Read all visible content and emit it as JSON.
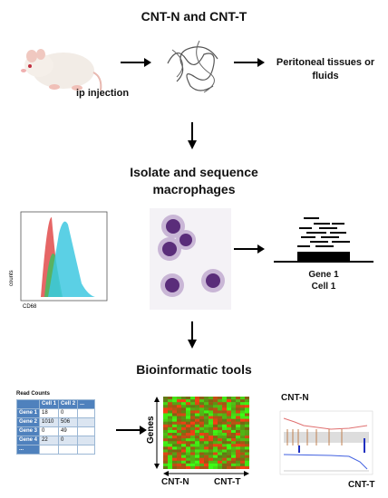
{
  "title_top": "CNT-N and CNT-T",
  "label_injection": "ip injection",
  "label_peritoneal": "Peritoneal tissues or fluids",
  "title_isolate": "Isolate and sequence macrophages",
  "flow_axis_y": "counts",
  "flow_axis_x": "CD68",
  "read_gene": "Gene 1",
  "read_cell": "Cell 1",
  "title_bioinf": "Bioinformatic tools",
  "table": {
    "caption": "Read Counts",
    "headers": [
      "",
      "Cell 1",
      "Cell 2",
      "..."
    ],
    "rows": [
      [
        "Gene 1",
        "18",
        "0",
        ""
      ],
      [
        "Gene 2",
        "1010",
        "506",
        ""
      ],
      [
        "Gene 3",
        "0",
        "49",
        ""
      ],
      [
        "Gene 4",
        "22",
        "0",
        ""
      ],
      [
        "...",
        "",
        "",
        ""
      ]
    ]
  },
  "heatmap_ylabel": "Genes",
  "heatmap_left": "CNT-N",
  "heatmap_right": "CNT-T",
  "plot_label_top": "CNT-N",
  "plot_label_bottom": "CNT-T",
  "colors": {
    "table_header": "#4f81bd",
    "flow_cyan": "#3ec8e0",
    "flow_red": "#e04040",
    "flow_green": "#40c060"
  }
}
